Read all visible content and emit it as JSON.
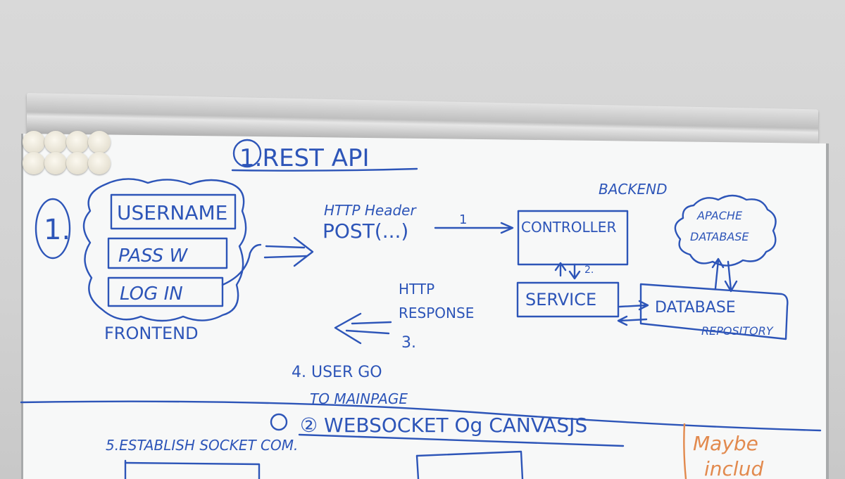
{
  "board": {
    "section1_title": "1.REST API",
    "step1_label": "1.",
    "frontend": {
      "username": "USERNAME",
      "password": "PASS W",
      "login": "LOG IN",
      "label": "FRONTEND"
    },
    "request": {
      "header": "HTTP Header",
      "method": "POST(...)",
      "step": "1"
    },
    "backend": {
      "label": "BACKEND",
      "controller": "CONTROLLER",
      "step2": "2.",
      "service": "SERVICE",
      "db_line1": "APACHE",
      "db_line2": "DATABASE",
      "repo_line1": "DATABASE",
      "repo_line2": "REPOSITORY"
    },
    "response": {
      "line1": "HTTP",
      "line2": "RESPONSE",
      "step": "3."
    },
    "step4": {
      "line1": "4. USER GO",
      "line2": "TO MAINPAGE"
    },
    "section2_title": "② WEBSOCKET Og CANVASJS",
    "step5": "5.ESTABLISH SOCKET COM.",
    "note": {
      "line1": "Maybe",
      "line2": "includ"
    },
    "colors": {
      "marker_blue": "#2d55b8",
      "marker_orange": "#e28a4e"
    }
  }
}
